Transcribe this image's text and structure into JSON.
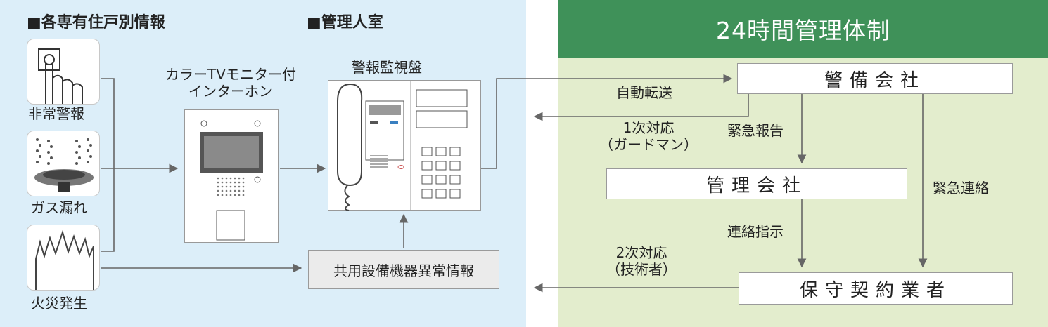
{
  "sections": {
    "unit": "■各専有住戸別情報",
    "office": "■管理人室",
    "system": "24時間管理体制"
  },
  "sources": [
    {
      "label": "非常警報",
      "icon": "alarm-button-icon"
    },
    {
      "label": "ガス漏れ",
      "icon": "gas-leak-icon"
    },
    {
      "label": "火災発生",
      "icon": "fire-icon"
    }
  ],
  "intercom": {
    "label_line1": "カラーTVモニター付",
    "label_line2": "インターホン"
  },
  "monitor": {
    "label": "警報監視盤"
  },
  "common_info": "共用設備機器異常情報",
  "nodes": {
    "security": "警備会社",
    "management": "管理会社",
    "maintenance": "保守契約業者"
  },
  "edges": {
    "auto_transfer": "自動転送",
    "first_response_1": "1次対応",
    "first_response_2": "（ガードマン）",
    "emergency_report": "緊急報告",
    "emergency_contact": "緊急連絡",
    "contact_instruction": "連絡指示",
    "second_response_1": "2次対応",
    "second_response_2": "（技術者）"
  },
  "colors": {
    "left_panel": "#dceef9",
    "right_panel": "#e3edcd",
    "header": "#3f9159",
    "arrow": "#666666"
  }
}
